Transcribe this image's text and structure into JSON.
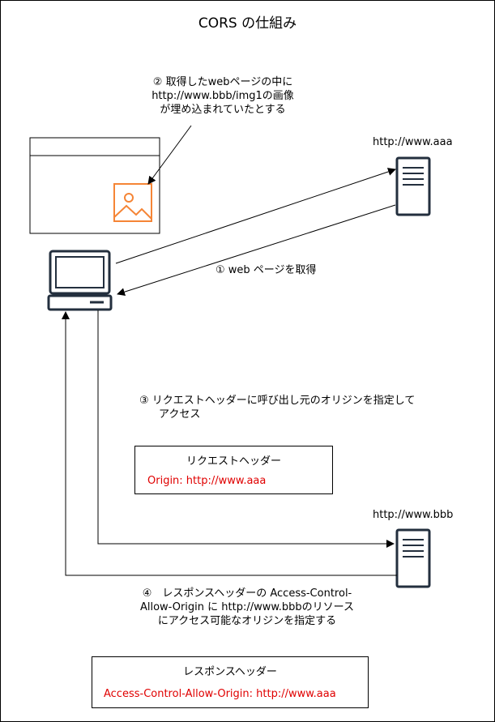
{
  "title": "CORS の仕組み",
  "hosts": {
    "aaa": "http://www.aaa",
    "bbb": "http://www.bbb"
  },
  "notes": {
    "step2": [
      "② 取得したwebページの中に",
      "http://www.bbb/img1の画像",
      "が埋め込まれていたとする"
    ],
    "step1": "① web ページを取得",
    "step3": [
      "③ リクエストヘッダーに呼び出し元のオリジンを指定して",
      "アクセス"
    ],
    "step4": [
      "④　レスポンスヘッダーの Access-Control-",
      "Allow-Origin に http://www.bbbのリソース",
      "にアクセス可能なオリジンを指定する"
    ]
  },
  "request_header": {
    "label": "リクエストヘッダー",
    "value": "Origin: http://www.aaa"
  },
  "response_header": {
    "label": "レスポンスヘッダー",
    "value": "Access-Control-Allow-Origin: http://www.aaa"
  },
  "colors": {
    "icon_orange": "#f58536",
    "highlight_red": "#e00000",
    "stroke": "#232f3e"
  },
  "icons": {
    "client": "computer-icon",
    "server_aaa": "server-icon",
    "server_bbb": "server-icon",
    "page": "browser-window-icon",
    "image": "image-icon"
  }
}
